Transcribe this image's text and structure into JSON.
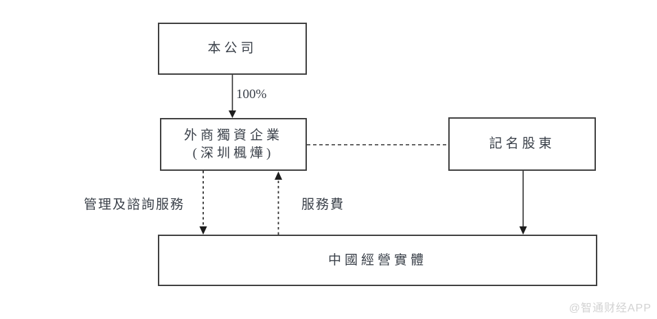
{
  "diagram": {
    "title": "corporate-structure-diagram",
    "nodes": {
      "company": {
        "label": "本公司"
      },
      "wfoe": {
        "label_line1": "外商獨資企業",
        "label_line2": "(深圳楓燁)"
      },
      "registered_shareholders": {
        "label": "記名股東"
      },
      "china_operating_entities": {
        "label": "中國經營實體"
      }
    },
    "edges": {
      "ownership": {
        "label": "100%",
        "from": "company",
        "to": "wfoe",
        "style": "solid-arrow-down"
      },
      "contractual_link": {
        "label": "",
        "from": "wfoe",
        "to": "registered_shareholders",
        "style": "dashed-no-arrow"
      },
      "shareholding": {
        "label": "",
        "from": "registered_shareholders",
        "to": "china_operating_entities",
        "style": "solid-arrow-down"
      },
      "management_services": {
        "label": "管理及諮詢服務",
        "from": "wfoe",
        "to": "china_operating_entities",
        "style": "dashed-arrow-down"
      },
      "service_fee": {
        "label": "服務費",
        "from": "china_operating_entities",
        "to": "wfoe",
        "style": "dashed-arrow-up"
      }
    },
    "colors": {
      "background": "#ffffff",
      "box_border": "#3f3f3f",
      "text": "#3a4049",
      "line": "#2f2f2f",
      "watermark": "#d2d2d2"
    }
  },
  "watermark": {
    "text": "@智通财经APP"
  }
}
